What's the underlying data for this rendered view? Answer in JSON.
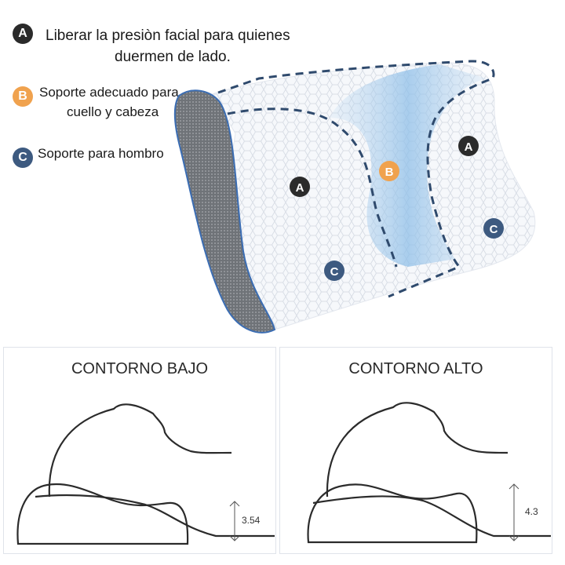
{
  "legend": {
    "a": {
      "letter": "A",
      "text_line1": "Liberar la presiòn facial para quienes",
      "text_line2": "duermen de lado.",
      "color": "#2b2b2b"
    },
    "b": {
      "letter": "B",
      "text_line1": "Soporte adecuado para",
      "text_line2": "cuello y cabeza",
      "color": "#f0a24e"
    },
    "c": {
      "letter": "C",
      "text": "Soporte para hombro",
      "color": "#3d5a80"
    }
  },
  "pillow_markers": [
    {
      "letter": "A",
      "color": "#2b2b2b"
    },
    {
      "letter": "B",
      "color": "#f0a24e"
    },
    {
      "letter": "C",
      "color": "#3d5a80"
    },
    {
      "letter": "A",
      "color": "#2b2b2b"
    },
    {
      "letter": "C",
      "color": "#3d5a80"
    }
  ],
  "panels": {
    "low": {
      "title": "CONTORNO BAJO",
      "height_value": "3.54"
    },
    "high": {
      "title": "CONTORNO ALTO",
      "height_value": "4.3"
    }
  }
}
